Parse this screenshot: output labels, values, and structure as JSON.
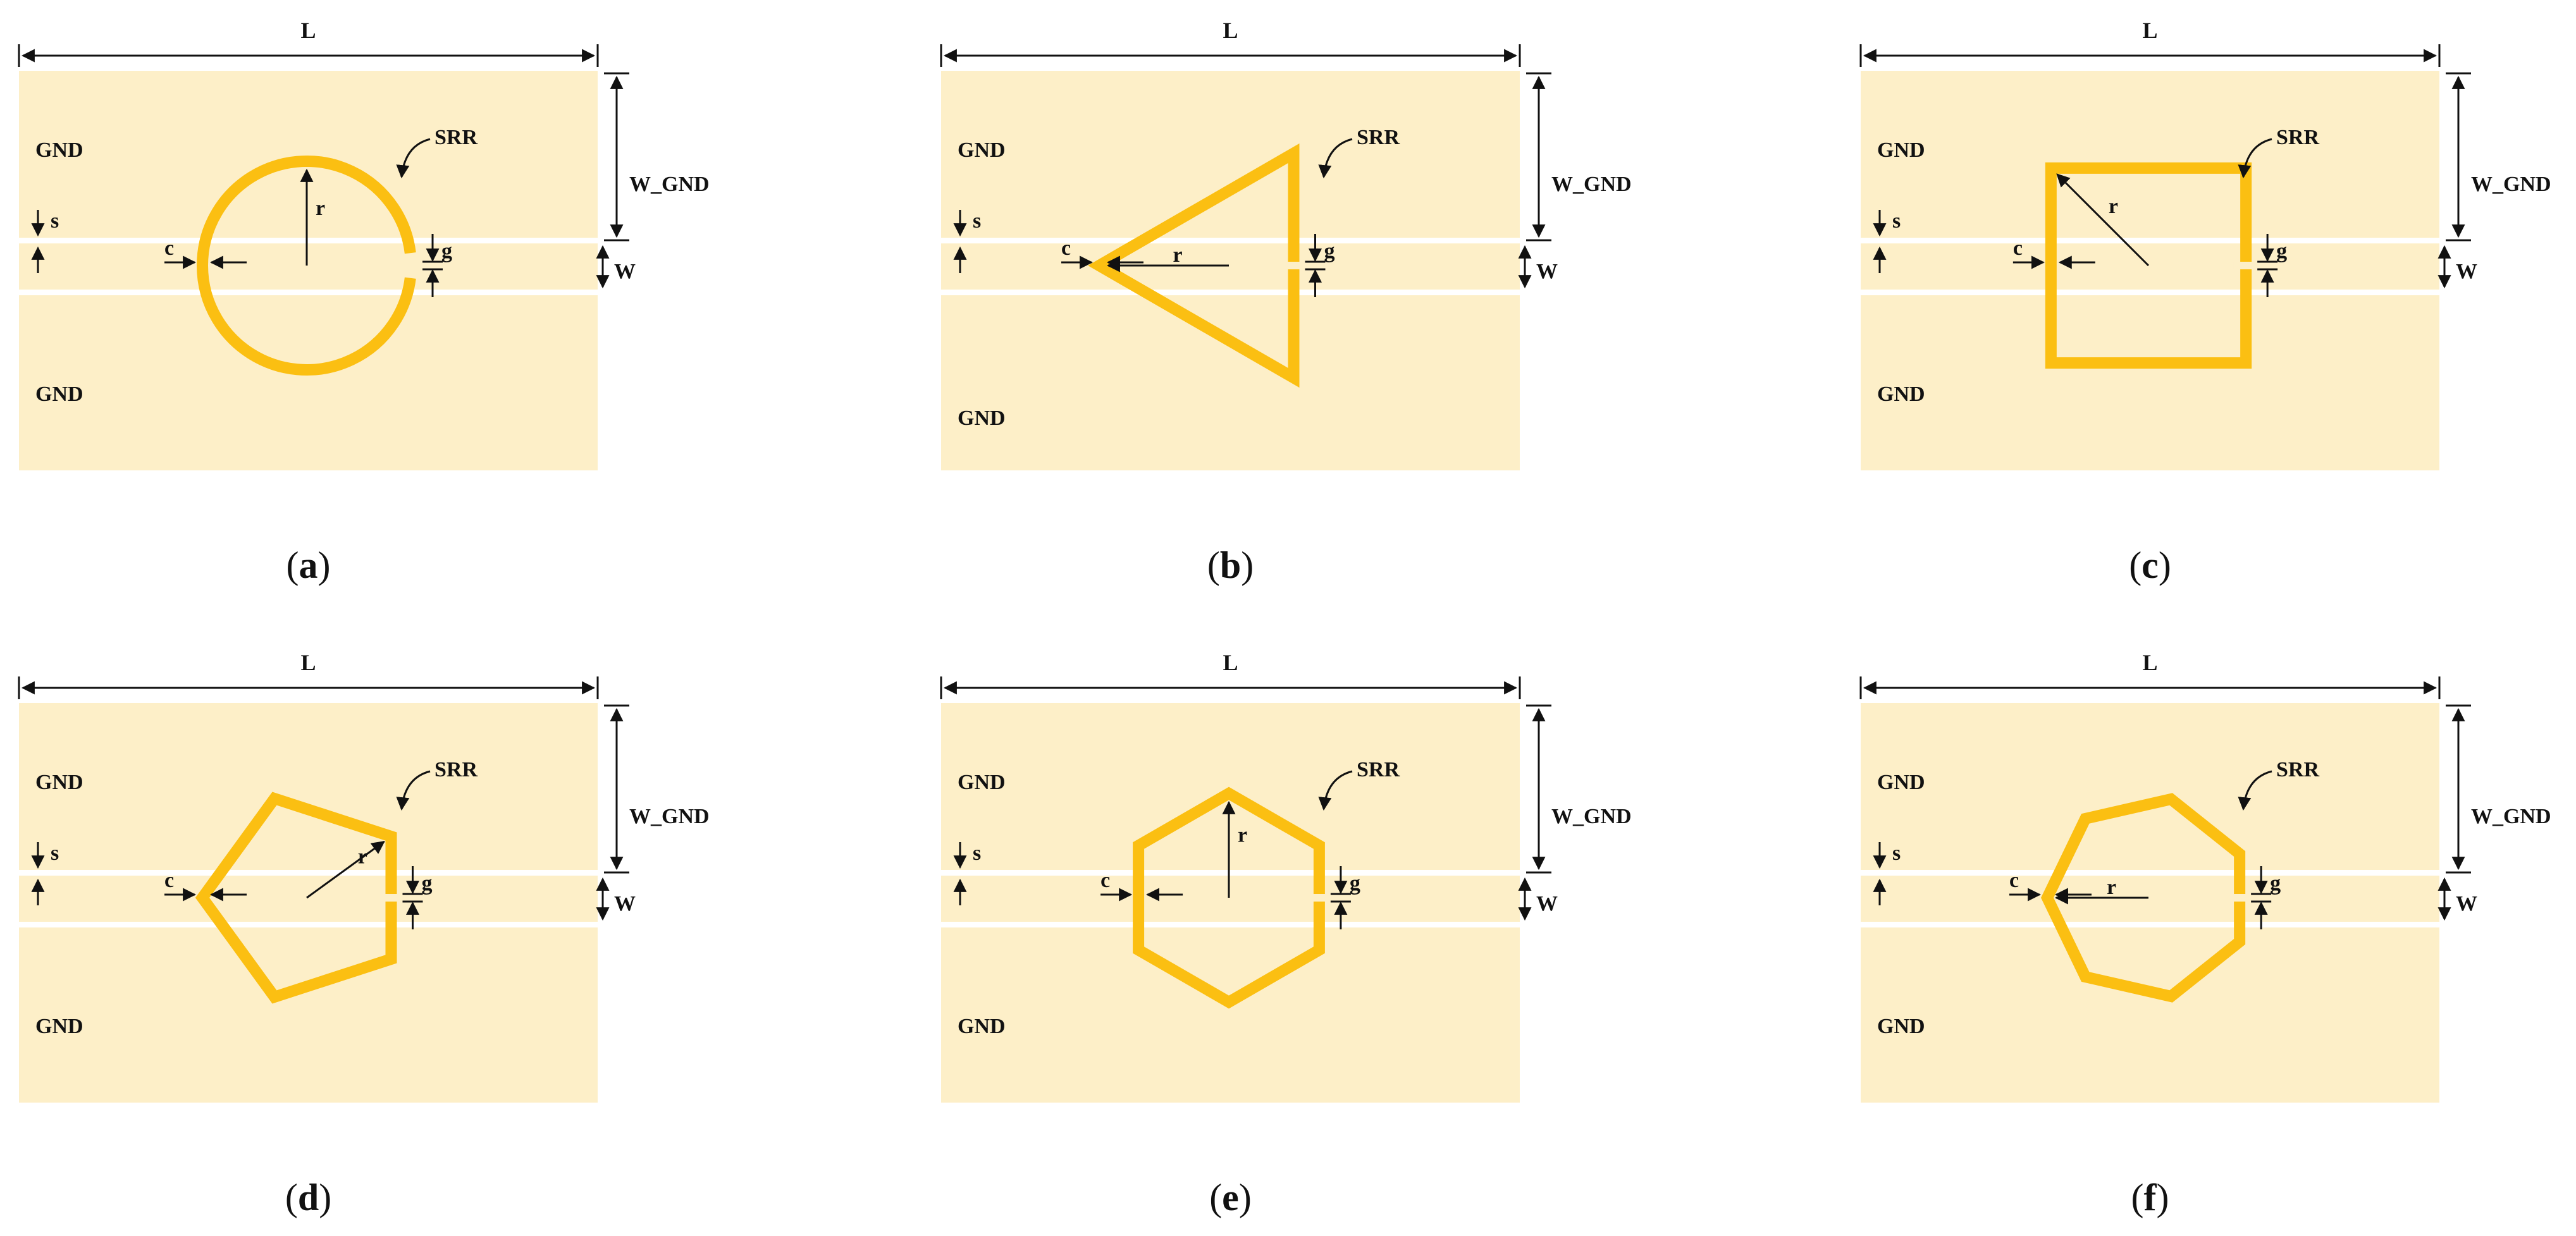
{
  "labels": {
    "length": "L",
    "ground_width": "W_GND",
    "line_width": "W",
    "ground": "GND",
    "resonator": "SRR",
    "radius": "r",
    "conductor_width": "c",
    "gap": "g",
    "slot": "s"
  },
  "colors": {
    "substrate": "#fdefc8",
    "ring": "#fbbf12",
    "slot_line": "#ffffff",
    "dimension": "#111111",
    "background": "#ffffff"
  },
  "panels": [
    {
      "id": "a",
      "caption_open": "(",
      "caption_letter": "a",
      "caption_close": ")",
      "shape": "circle"
    },
    {
      "id": "b",
      "caption_open": "(",
      "caption_letter": "b",
      "caption_close": ")",
      "shape": "triangle"
    },
    {
      "id": "c",
      "caption_open": "(",
      "caption_letter": "c",
      "caption_close": ")",
      "shape": "square"
    },
    {
      "id": "d",
      "caption_open": "(",
      "caption_letter": "d",
      "caption_close": ")",
      "shape": "pentagon"
    },
    {
      "id": "e",
      "caption_open": "(",
      "caption_letter": "e",
      "caption_close": ")",
      "shape": "hexagon"
    },
    {
      "id": "f",
      "caption_open": "(",
      "caption_letter": "f",
      "caption_close": ")",
      "shape": "heptagon"
    }
  ]
}
